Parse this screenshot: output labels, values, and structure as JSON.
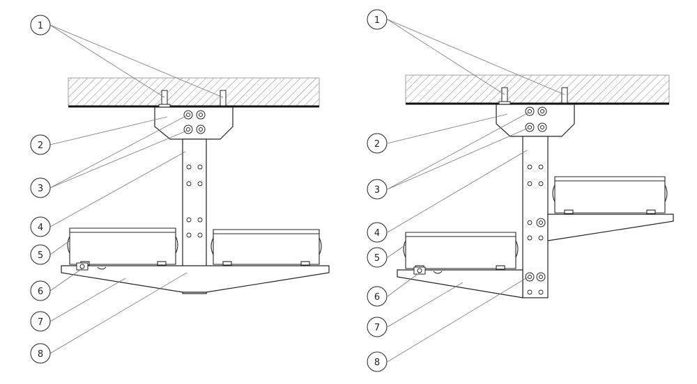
{
  "left_assembly": {
    "callouts": [
      {
        "id": "1",
        "label": "1"
      },
      {
        "id": "2",
        "label": "2"
      },
      {
        "id": "3",
        "label": "3"
      },
      {
        "id": "4",
        "label": "4"
      },
      {
        "id": "5",
        "label": "5"
      },
      {
        "id": "6",
        "label": "6"
      },
      {
        "id": "7",
        "label": "7"
      },
      {
        "id": "8",
        "label": "8"
      }
    ]
  },
  "right_assembly": {
    "callouts": [
      {
        "id": "1",
        "label": "1"
      },
      {
        "id": "2",
        "label": "2"
      },
      {
        "id": "3",
        "label": "3"
      },
      {
        "id": "4",
        "label": "4"
      },
      {
        "id": "5",
        "label": "5"
      },
      {
        "id": "6",
        "label": "6"
      },
      {
        "id": "7",
        "label": "7"
      },
      {
        "id": "8",
        "label": "8"
      }
    ]
  },
  "colors": {
    "line": "#222222",
    "leader": "#777777",
    "background": "#ffffff"
  }
}
